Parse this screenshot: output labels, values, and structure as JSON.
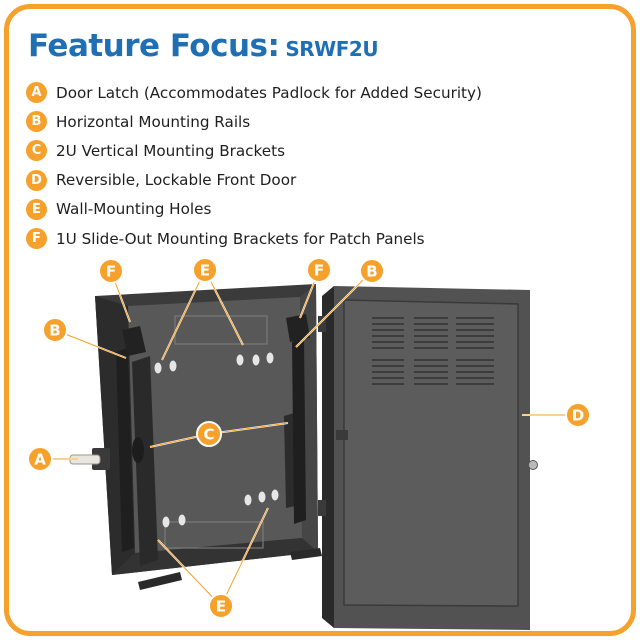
{
  "header": {
    "title": "Feature Focus:",
    "model": "SRWF2U"
  },
  "features": [
    {
      "letter": "A",
      "text": "Door Latch (Accommodates Padlock for Added Security)"
    },
    {
      "letter": "B",
      "text": "Horizontal Mounting Rails"
    },
    {
      "letter": "C",
      "text": "2U Vertical Mounting Brackets"
    },
    {
      "letter": "D",
      "text": "Reversible, Lockable Front Door"
    },
    {
      "letter": "E",
      "text": "Wall-Mounting Holes"
    },
    {
      "letter": "F",
      "text": "1U Slide-Out Mounting Brackets for Patch Panels"
    }
  ],
  "callouts": {
    "a": "A",
    "b": "B",
    "c": "C",
    "d": "D",
    "e": "E",
    "f": "F"
  },
  "colors": {
    "accent": "#f5a12b",
    "title": "#1f6fb5",
    "metal": "#4a4a4a"
  }
}
